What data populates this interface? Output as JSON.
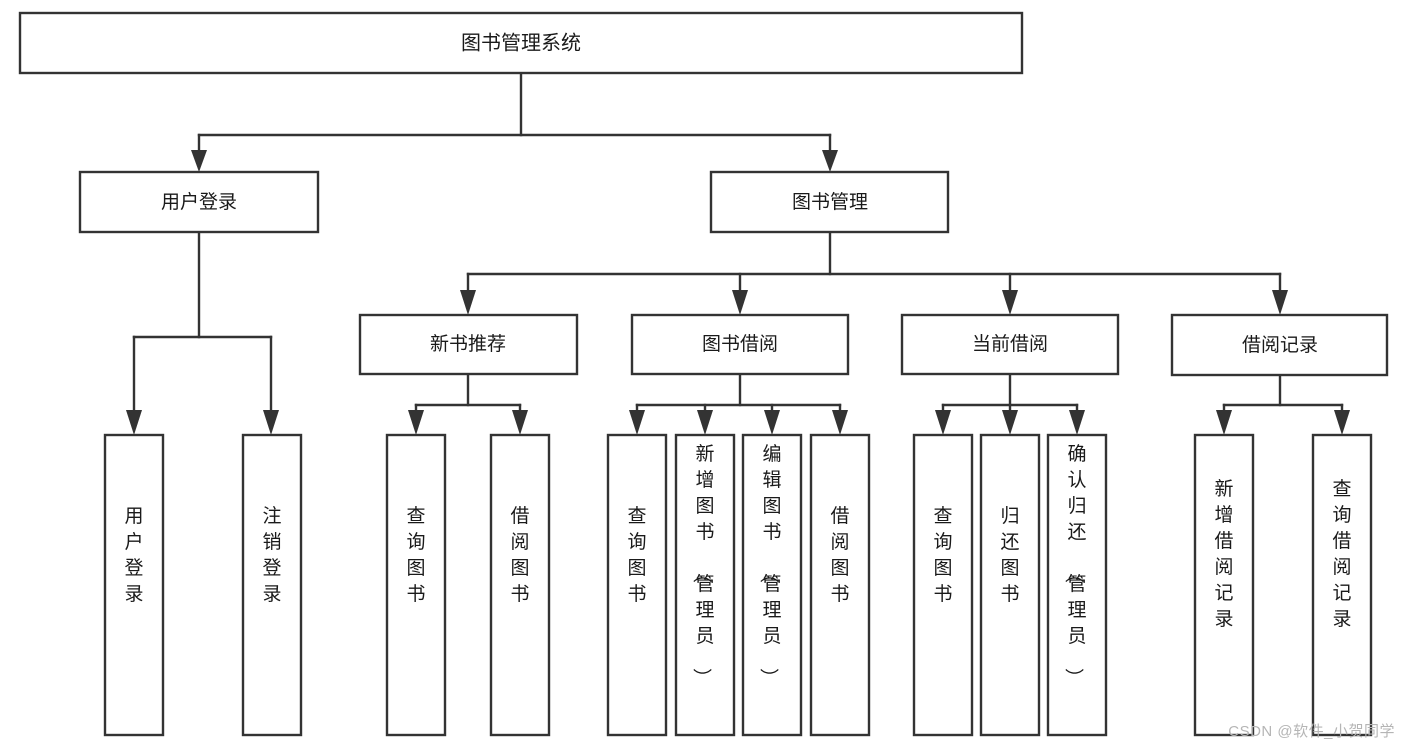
{
  "diagram": {
    "type": "tree-hierarchy",
    "title": "图书管理系统",
    "watermark": "CSDN @软件_小贺同学",
    "colors": {
      "background": "#ffffff",
      "box_fill": "#ffffff",
      "box_stroke": "#333333",
      "text": "#1a1a1a",
      "watermark": "#b5b5b5"
    },
    "root": {
      "id": "root",
      "label": "图书管理系统"
    },
    "level2": [
      {
        "id": "user-login",
        "label": "用户登录"
      },
      {
        "id": "book-management",
        "label": "图书管理"
      }
    ],
    "level3": [
      {
        "id": "new-book-recommend",
        "label": "新书推荐",
        "parent": "book-management"
      },
      {
        "id": "book-borrow",
        "label": "图书借阅",
        "parent": "book-management"
      },
      {
        "id": "current-borrow",
        "label": "当前借阅",
        "parent": "book-management"
      },
      {
        "id": "borrow-record",
        "label": "借阅记录",
        "parent": "book-management"
      }
    ],
    "leaves": [
      {
        "id": "leaf-user-login",
        "label": "用户登录",
        "parent": "user-login"
      },
      {
        "id": "leaf-logout-login",
        "label": "注销登录",
        "parent": "user-login"
      },
      {
        "id": "leaf-query-book-1",
        "label": "查询图书",
        "parent": "new-book-recommend"
      },
      {
        "id": "leaf-borrow-book-1",
        "label": "借阅图书",
        "parent": "new-book-recommend"
      },
      {
        "id": "leaf-query-book-2",
        "label": "查询图书",
        "parent": "book-borrow"
      },
      {
        "id": "leaf-add-book",
        "label": "新增图书（管理员）",
        "parent": "book-borrow"
      },
      {
        "id": "leaf-edit-book",
        "label": "编辑图书（管理员）",
        "parent": "book-borrow"
      },
      {
        "id": "leaf-borrow-book-2",
        "label": "借阅图书",
        "parent": "book-borrow"
      },
      {
        "id": "leaf-query-book-3",
        "label": "查询图书",
        "parent": "current-borrow"
      },
      {
        "id": "leaf-return-book",
        "label": "归还图书",
        "parent": "current-borrow"
      },
      {
        "id": "leaf-confirm-return",
        "label": "确认归还（管理员）",
        "parent": "current-borrow"
      },
      {
        "id": "leaf-add-record",
        "label": "新增借阅记录",
        "parent": "borrow-record"
      },
      {
        "id": "leaf-query-record",
        "label": "查询借阅记录",
        "parent": "borrow-record"
      }
    ]
  }
}
